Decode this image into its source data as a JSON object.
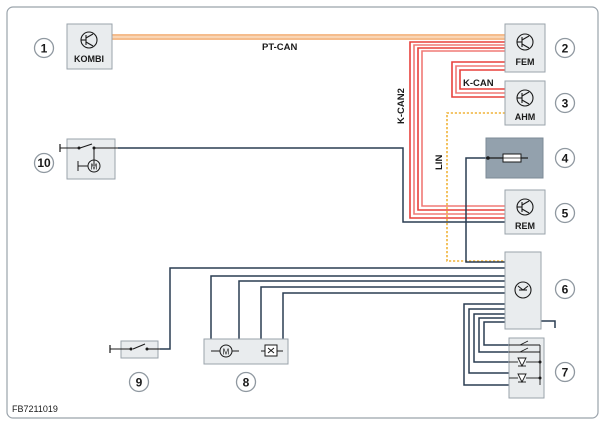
{
  "diagram_id": "FB7211019",
  "buses": {
    "pt_can": "PT-CAN",
    "k_can2": "K-CAN2",
    "k_can": "K-CAN",
    "lin": "LIN"
  },
  "components": [
    {
      "number": "1",
      "label": "KOMBI"
    },
    {
      "number": "2",
      "label": "FEM"
    },
    {
      "number": "3",
      "label": "AHM"
    },
    {
      "number": "4",
      "label": ""
    },
    {
      "number": "5",
      "label": "REM"
    },
    {
      "number": "6",
      "label": ""
    },
    {
      "number": "7",
      "label": ""
    },
    {
      "number": "8",
      "label": ""
    },
    {
      "number": "9",
      "label": ""
    },
    {
      "number": "10",
      "label": ""
    }
  ],
  "colors": {
    "frame": "#9aa3ab",
    "module_fill": "#e9ecee",
    "fuse_module_fill": "#93a1ad",
    "pt_can_orange": "#f2a566",
    "k_can_red": "#e8413c",
    "lin_yellow": "#f0b43a",
    "wire": "#2a3d52"
  }
}
